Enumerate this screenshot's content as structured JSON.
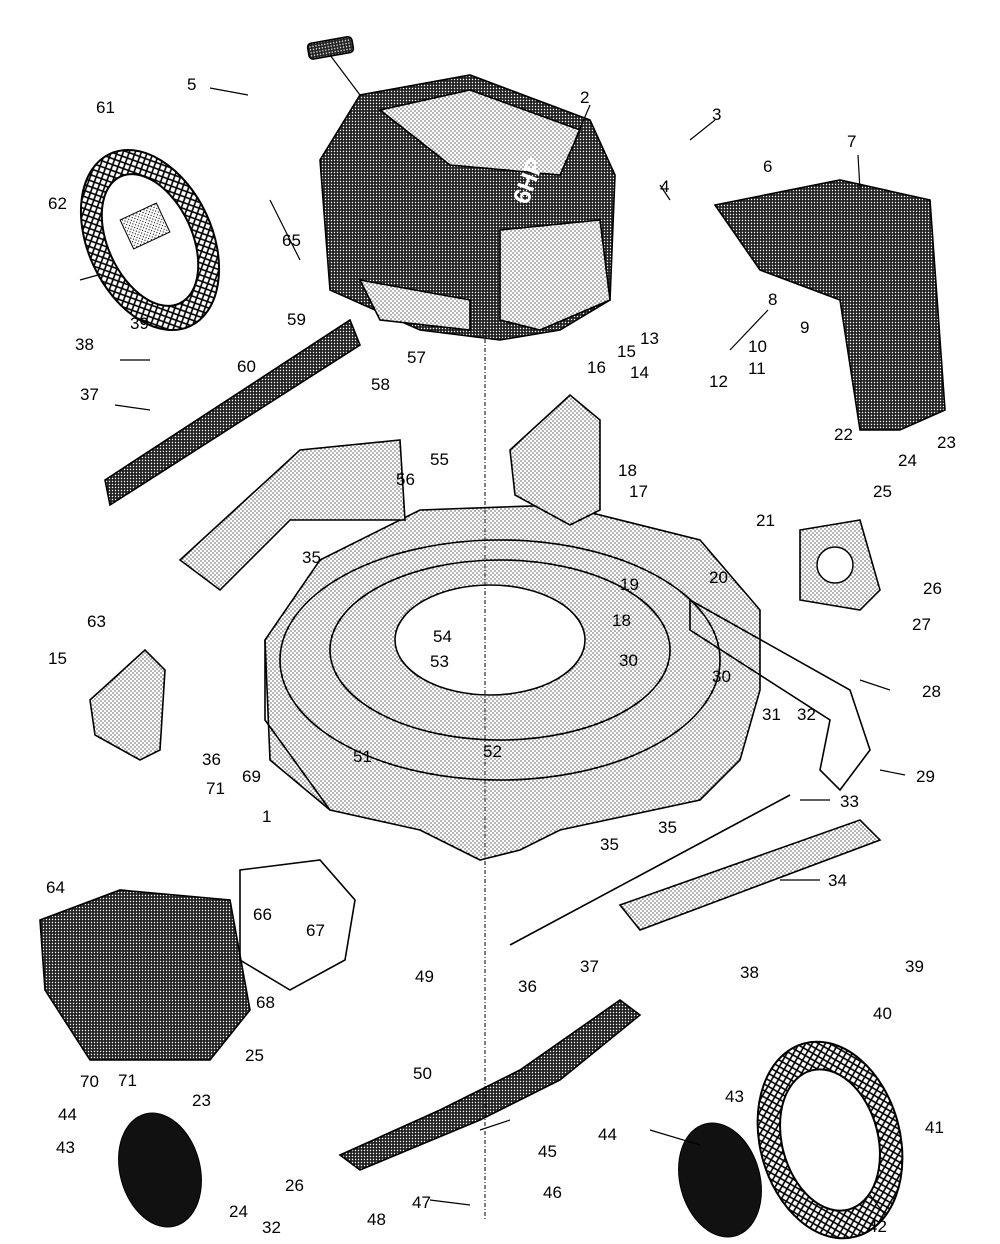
{
  "parts": [
    {
      "n": "1"
    },
    {
      "n": "2"
    },
    {
      "n": "3"
    },
    {
      "n": "4"
    },
    {
      "n": "5"
    },
    {
      "n": "6"
    },
    {
      "n": "7"
    },
    {
      "n": "8"
    },
    {
      "n": "9"
    },
    {
      "n": "10"
    },
    {
      "n": "11"
    },
    {
      "n": "12"
    },
    {
      "n": "13"
    },
    {
      "n": "14"
    },
    {
      "n": "15"
    },
    {
      "n": "16"
    },
    {
      "n": "17"
    },
    {
      "n": "18"
    },
    {
      "n": "19"
    },
    {
      "n": "20"
    },
    {
      "n": "21"
    },
    {
      "n": "22"
    },
    {
      "n": "23"
    },
    {
      "n": "24"
    },
    {
      "n": "25"
    },
    {
      "n": "26"
    },
    {
      "n": "27"
    },
    {
      "n": "28"
    },
    {
      "n": "29"
    },
    {
      "n": "30"
    },
    {
      "n": "31"
    },
    {
      "n": "32"
    },
    {
      "n": "33"
    },
    {
      "n": "34"
    },
    {
      "n": "35"
    },
    {
      "n": "36"
    },
    {
      "n": "37"
    },
    {
      "n": "38"
    },
    {
      "n": "39"
    },
    {
      "n": "40"
    },
    {
      "n": "41"
    },
    {
      "n": "42"
    },
    {
      "n": "43"
    },
    {
      "n": "44"
    },
    {
      "n": "45"
    },
    {
      "n": "46"
    },
    {
      "n": "47"
    },
    {
      "n": "48"
    },
    {
      "n": "49"
    },
    {
      "n": "50"
    },
    {
      "n": "51"
    },
    {
      "n": "52"
    },
    {
      "n": "53"
    },
    {
      "n": "54"
    },
    {
      "n": "55"
    },
    {
      "n": "56"
    },
    {
      "n": "57"
    },
    {
      "n": "58"
    },
    {
      "n": "59"
    },
    {
      "n": "60"
    },
    {
      "n": "61"
    },
    {
      "n": "62"
    },
    {
      "n": "63"
    },
    {
      "n": "64"
    },
    {
      "n": "65"
    },
    {
      "n": "66"
    },
    {
      "n": "67"
    },
    {
      "n": "68"
    },
    {
      "n": "69"
    },
    {
      "n": "70"
    },
    {
      "n": "71"
    }
  ],
  "engine_logo": "6HP"
}
